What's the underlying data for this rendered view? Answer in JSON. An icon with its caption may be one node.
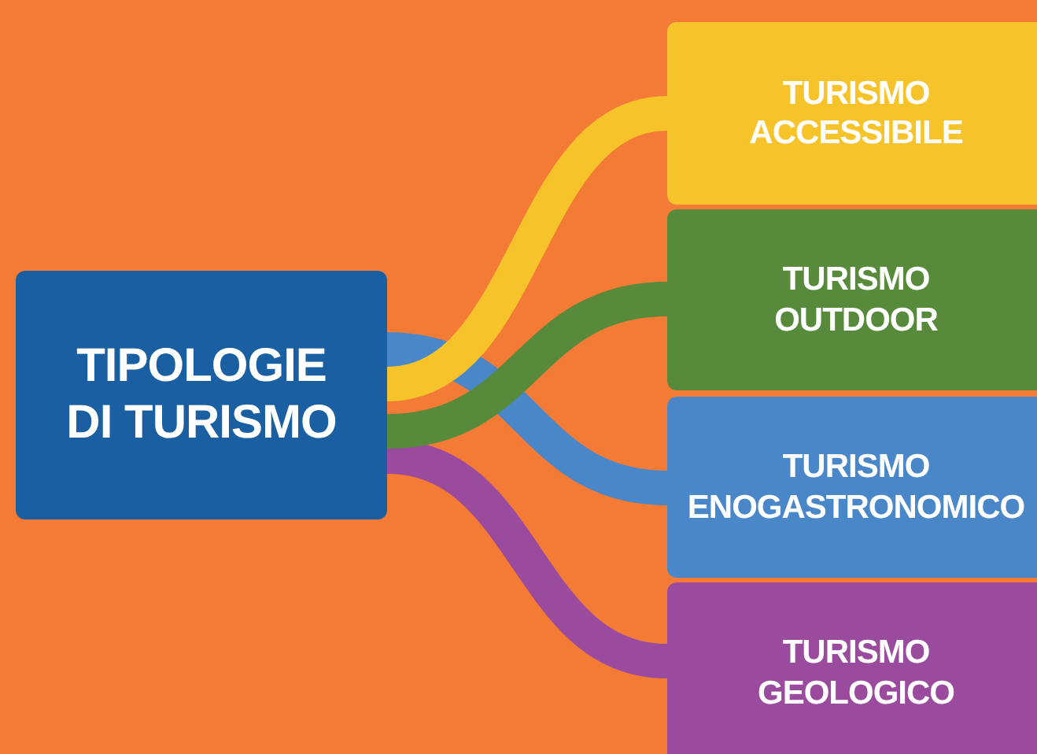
{
  "diagram": {
    "nodes": [
      {
        "text": [
          "TIPOLOGIE DI TURISMO"
        ]
      },
      {
        "text": [
          "TURISMO ACCESSIBILE"
        ]
      },
      {
        "text": [
          "TURISMO OUTDOOR"
        ]
      },
      {
        "text": [
          "TURISMO ENOGASTRONOMICO"
        ]
      },
      {
        "text": [
          "TURISMO GEOLOGICO"
        ]
      }
    ],
    "edges": [
      {
        "from": 0,
        "to": 4,
        "arrow": "none",
        "color": "#9a4b9d"
      },
      {
        "from": 0,
        "to": 3,
        "arrow": "none",
        "color": "#4a87c9"
      },
      {
        "from": 0,
        "to": 1,
        "arrow": "none",
        "color": "#f6c42a"
      },
      {
        "from": 0,
        "to": 2,
        "arrow": "none",
        "color": "#578a3a"
      }
    ]
  }
}
